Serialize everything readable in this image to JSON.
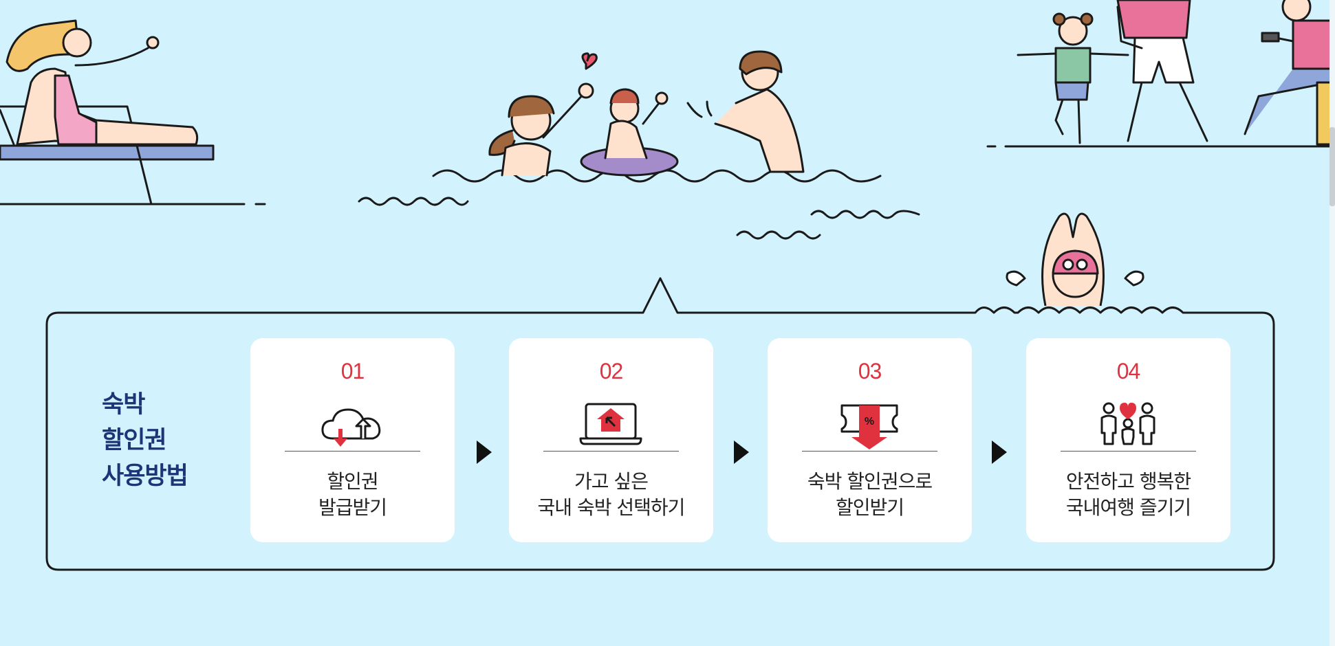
{
  "guide": {
    "title_lines": [
      "숙박",
      "할인권",
      "사용방법"
    ]
  },
  "steps": [
    {
      "number": "01",
      "icon": "cloud-download-icon",
      "lines": [
        "할인권",
        "발급받기"
      ]
    },
    {
      "number": "02",
      "icon": "laptop-house-icon",
      "lines": [
        "가고 싶은",
        "국내 숙박 선택하기"
      ]
    },
    {
      "number": "03",
      "icon": "discount-ticket-icon",
      "lines": [
        "숙박 할인권으로",
        "할인받기"
      ]
    },
    {
      "number": "04",
      "icon": "family-heart-icon",
      "lines": [
        "안전하고 행복한",
        "국내여행 즐기기"
      ]
    }
  ],
  "colors": {
    "background": "#d2f3fd",
    "title": "#1d3577",
    "accent_red": "#e0323e",
    "card": "#ffffff"
  }
}
